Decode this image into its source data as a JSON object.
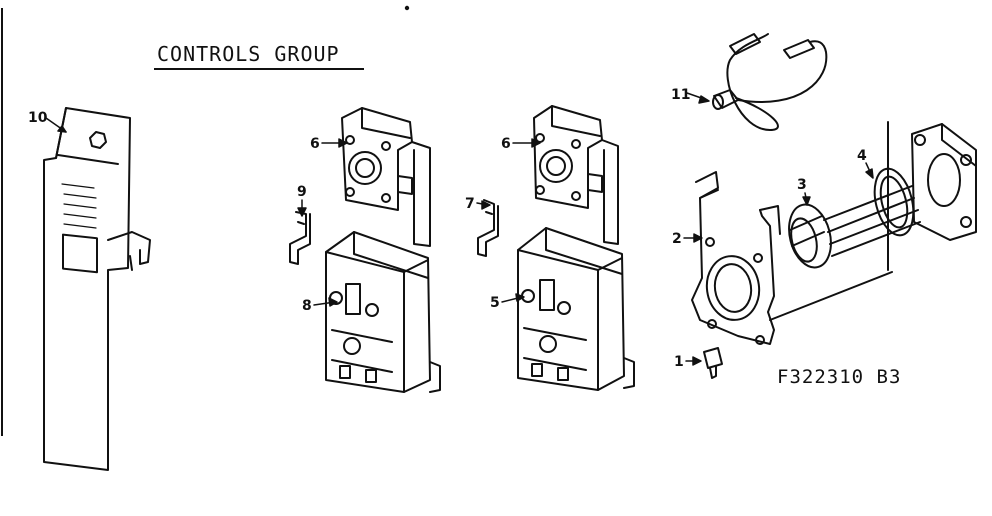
{
  "title": "CONTROLS GROUP",
  "figure_code": "F322310 B3",
  "callouts": {
    "c1": "1",
    "c2": "2",
    "c3": "3",
    "c4": "4",
    "c5": "5",
    "c6a": "6",
    "c6b": "6",
    "c7": "7",
    "c8": "8",
    "c9": "9",
    "c10": "10",
    "c11": "11"
  }
}
